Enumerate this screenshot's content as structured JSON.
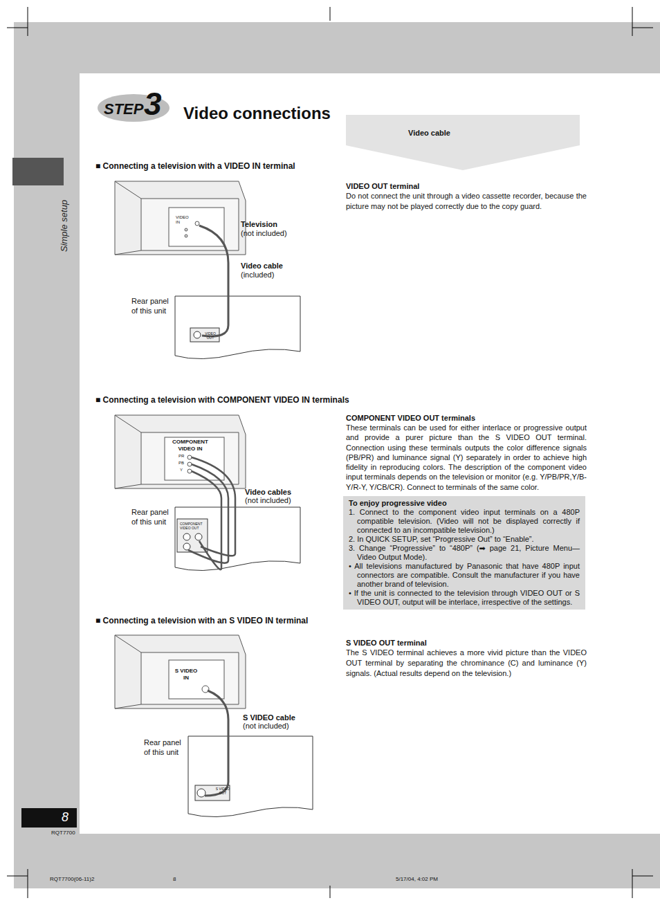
{
  "diagram": {
    "title": "Video connections",
    "nodes": [
      {
        "text": [
          "STEP",
          "3"
        ]
      },
      {
        "text": [
          "Video cable"
        ]
      },
      {
        "text": [
          "To enjoy progressive video",
          "1. Connect to the component video input terminals on a 480P compatible television. (Video will not be displayed correctly if connected to an incompatible television.)",
          "2. In QUICK SETUP, set “Progressive Out” to “Enable”.",
          "3. Change “Progressive” to “480P” (➡ page 21, Picture Menu—Video Output Mode).",
          "• All televisions manufactured by Panasonic that have 480P input connectors are compatible. Consult the manufacturer if you have another brand of television.",
          "• If the unit is connected to the television through VIDEO OUT or S VIDEO OUT, output will be interlace, irrespective of the settings."
        ]
      },
      {
        "text": [
          "8"
        ]
      }
    ],
    "labels": [
      "Simple setup",
      "■ Connecting a television with a VIDEO IN terminal",
      "VIDEO OUT terminal",
      "Do not connect the unit through a video cassette recorder, because the picture may not be played correctly due to the copy guard.",
      "VIDEO IN",
      "Television",
      "(not included)",
      "Video cable",
      "(included)",
      "Rear panel of this unit",
      "VIDEO OUT",
      "■ Connecting a television with COMPONENT VIDEO IN terminals",
      "COMPONENT VIDEO OUT terminals",
      "These terminals can be used for either interlace or progressive output and provide a purer picture than the S VIDEO OUT terminal. Connection using these terminals outputs the color difference signals (PB/PR) and luminance signal (Y) separately in order to achieve high fidelity in reproducing colors. The description of the component video input terminals depends on the television or monitor (e.g. Y/PB/PR,Y/B-Y/R-Y, Y/CB/CR). Connect to terminals of the same color.",
      "COMPONENT VIDEO IN",
      "PR",
      "PB",
      "Y",
      "Video cables",
      "(not included)",
      "Rear panel of this unit",
      "COMPONENT VIDEO OUT",
      "■ Connecting a television with an S VIDEO IN terminal",
      "S VIDEO OUT terminal",
      "The S VIDEO terminal achieves a more vivid picture than the VIDEO OUT terminal by separating the chrominance (C) and luminance (Y) signals. (Actual results depend on the television.)",
      "S VIDEO IN",
      "S VIDEO cable",
      "(not included)",
      "Rear panel of this unit",
      "S VIDEO OUT",
      "RQT7700",
      "RQT7700(06-11)2",
      "8",
      "5/17/04, 4:02 PM"
    ]
  }
}
